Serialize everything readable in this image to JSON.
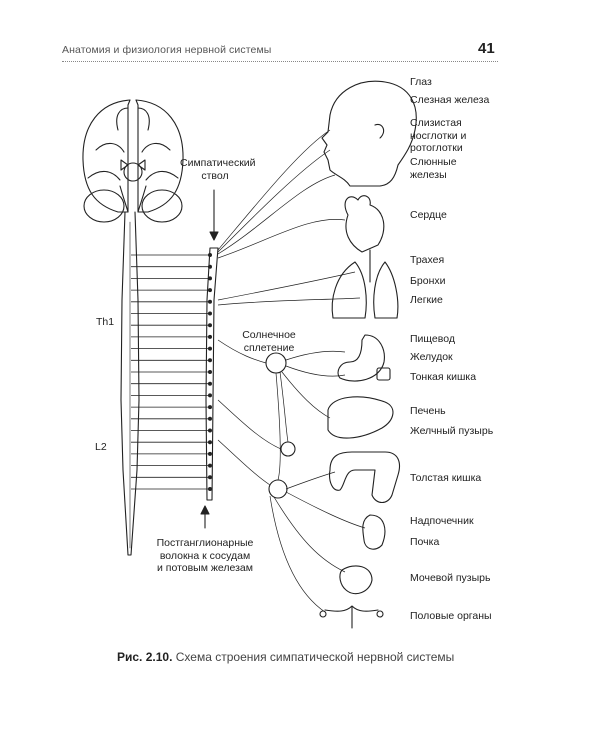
{
  "header": {
    "title": "Анатомия и физиология нервной системы",
    "page_number": "41"
  },
  "diagram": {
    "sympathetic_trunk_label": "Симпатический\nствол",
    "solar_plexus_label": "Солнечное\nсплетение",
    "postganglionic_label": "Постганглионарные\nволокна к сосудам\nи потовым железам",
    "level_th1": "Th1",
    "level_l2": "L2",
    "organ_labels": [
      "Глаз",
      "Слезная железа",
      "Слизистая\nносглотки и\nротоглотки",
      "Слюнные\nжелезы",
      "Сердце",
      "Трахея",
      "Бронхи",
      "Легкие",
      "Пищевод",
      "Желудок",
      "Тонкая кишка",
      "Печень",
      "Желчный пузырь",
      "Толстая кишка",
      "Надпочечник",
      "Почка",
      "Мочевой пузырь",
      "Половые органы"
    ]
  },
  "caption": {
    "label": "Рис. 2.10.",
    "text": "Схема строения симпатической нервной системы"
  }
}
